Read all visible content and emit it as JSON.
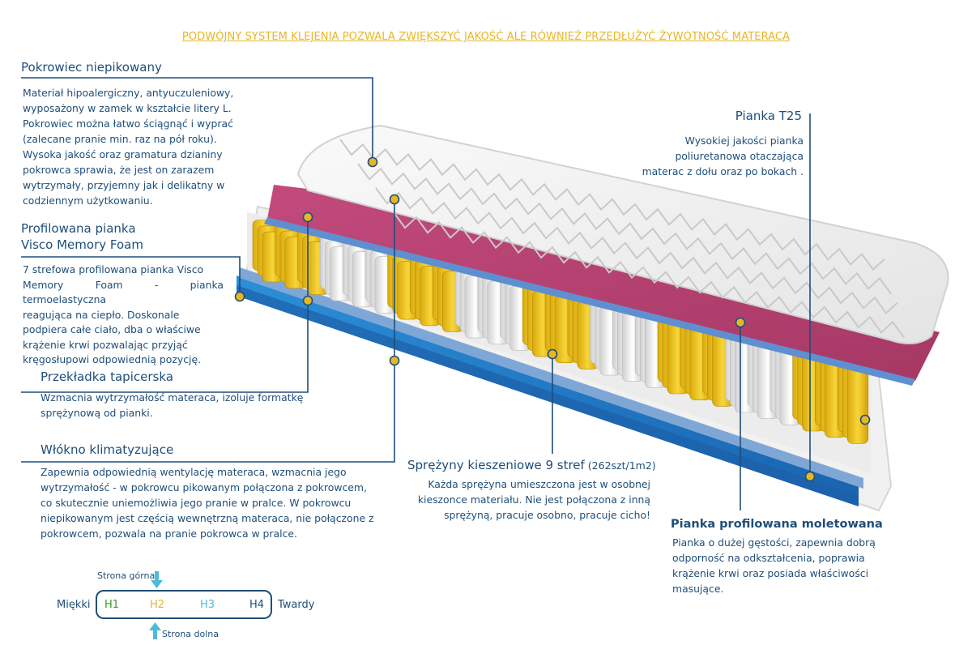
{
  "title": "PODWÓJNY SYSTEM KLEJENIA POZWALA ZWIĘKSZYĆ JAKOŚĆ ALE RÓWNIEŻ PRZEDŁUŻYĆ ŻYWOTNOŚĆ MATERACA",
  "colors": {
    "text": "#1f4e79",
    "accent": "#e8b623",
    "marker_fill": "#e8b623",
    "marker_stroke": "#1f4e79",
    "foam_pink": "#b5406e",
    "foam_blue": "#2f7fc8",
    "spring_yellow": "#e9c21a",
    "spring_white": "#e6e6e6"
  },
  "sections": {
    "pokrowiec": {
      "title": "Pokrowiec  niepikowany",
      "lines": [
        "Materiał hipoalergiczny, antyuczuleniowy,",
        "wyposażony w zamek w kształcie litery L.",
        "Pokrowiec można łatwo ściągnąć i wyprać",
        "(zalecane pranie min.  raz na pół roku).",
        "Wysoka jakość oraz gramatura dzianiny",
        "pokrowca sprawia, że jest on zarazem",
        "wytrzymały, przyjemny jak i delikatny w",
        "codziennym użytkowaniu."
      ]
    },
    "visco": {
      "title_line1": "Profilowana pianka",
      "title_line2": "Visco Memory Foam",
      "lines": [
        "7 strefowa profilowana pianka Visco",
        "Memory Foam - pianka termoelastyczna",
        "reagująca na ciepło.  Doskonale",
        "podpiera całe ciało, dba o właściwe",
        "krążenie krwi pozwalając przyjąć",
        "kręgosłupowi odpowiednią pozycję."
      ]
    },
    "przekladka": {
      "title": "Przekładka tapicerska",
      "lines": [
        "Wzmacnia wytrzymałość materaca, izoluje formatkę",
        "sprężynową od pianki."
      ]
    },
    "wlokno": {
      "title": "Włókno klimatyzujące",
      "lines": [
        "Zapewnia odpowiednią wentylację materaca, wzmacnia jego",
        "wytrzymałość - w pokrowcu pikowanym połączona z pokrowcem,",
        "co skutecznie uniemożliwia jego pranie w pralce. W pokrowcu",
        "niepikowanym jest częścią wewnętrzną materaca, nie połączone z",
        "pokrowcem, pozwala na pranie pokrowca w pralce."
      ]
    },
    "pianka_t25": {
      "title": "Pianka T25",
      "lines": [
        "Wysokiej jakości pianka",
        "poliuretanowa otaczająca",
        "materac z dołu oraz po bokach ."
      ]
    },
    "sprezyny": {
      "title": "Sprężyny kieszeniowe 9 stref",
      "title_suffix": " (262szt/1m2)",
      "lines": [
        "Każda sprężyna umieszczona jest w osobnej",
        "kieszonce materiału. Nie jest połączona z inną",
        "sprężyną, pracuje osobno, pracuje cicho!"
      ]
    },
    "moletowana": {
      "title": "Pianka profilowana moletowana",
      "lines": [
        "Pianka o dużej gęstości, zapewnia dobrą",
        "odporność na odkształcenia, poprawia",
        "krążenie krwi oraz posiada właściwości",
        "masujące."
      ]
    }
  },
  "hardness": {
    "top_label": "Strona górna",
    "bottom_label": "Strona dolna",
    "left_label": "Miękki",
    "right_label": "Twardy",
    "levels": [
      {
        "label": "H1",
        "color": "#3a9a2a"
      },
      {
        "label": "H2",
        "color": "#e8b623"
      },
      {
        "label": "H3",
        "color": "#4fb9d9"
      },
      {
        "label": "H4",
        "color": "#1f4e79"
      }
    ],
    "arrow_color": "#4fb9d9"
  }
}
